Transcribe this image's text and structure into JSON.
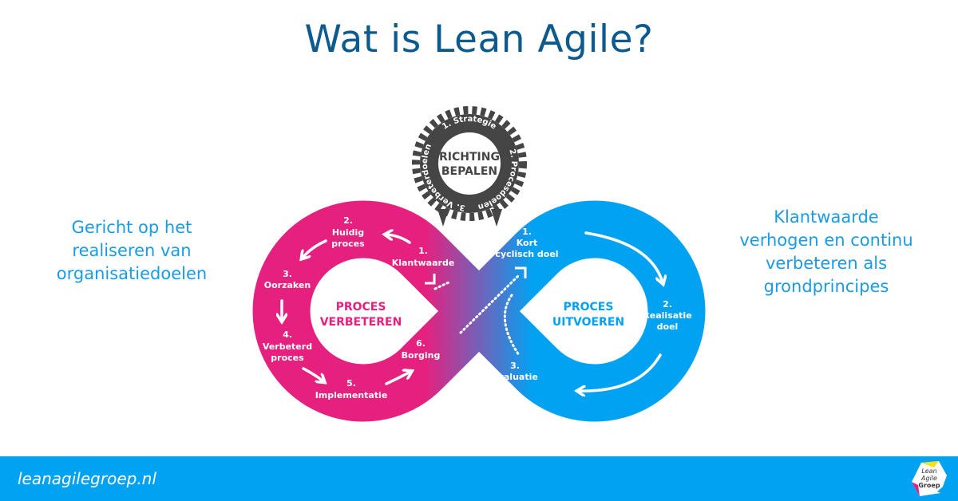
{
  "title": "Wat is Lean Agile?",
  "left_text": [
    "Gericht op het",
    "realiseren van",
    "organisatiedoelen"
  ],
  "right_text": [
    "Klantwaarde",
    "verhogen en continu",
    "verbeteren als",
    "grondprincipes"
  ],
  "gear": {
    "center": [
      "RICHTING",
      "BEPALEN"
    ],
    "ring": [
      "1. Strategie",
      "2. Procesdoelen",
      "3. Verbeterdoelen"
    ]
  },
  "left_loop": {
    "center": [
      "PROCES",
      "VERBETEREN"
    ],
    "steps": [
      [
        "1.",
        "Klantwaarde"
      ],
      [
        "2.",
        "Huidig",
        "proces"
      ],
      [
        "3.",
        "Oorzaken"
      ],
      [
        "4.",
        "Verbeterd",
        "proces"
      ],
      [
        "5.",
        "Implementatie"
      ],
      [
        "6.",
        "Borging"
      ]
    ]
  },
  "right_loop": {
    "center": [
      "PROCES",
      "UITVOEREN"
    ],
    "steps": [
      [
        "1.",
        "Kort",
        "cyclisch doel"
      ],
      [
        "2.",
        "Realisatie",
        "doel"
      ],
      [
        "3.",
        "Evaluatie"
      ]
    ]
  },
  "footer": {
    "url": "leanagilegroep.nl",
    "logo_text": [
      "Lean",
      "Agile",
      "Groep"
    ]
  },
  "colors": {
    "pink": "#e6207e",
    "blue": "#02a2f2",
    "title": "#0d5a8e",
    "gear": "#454545"
  }
}
